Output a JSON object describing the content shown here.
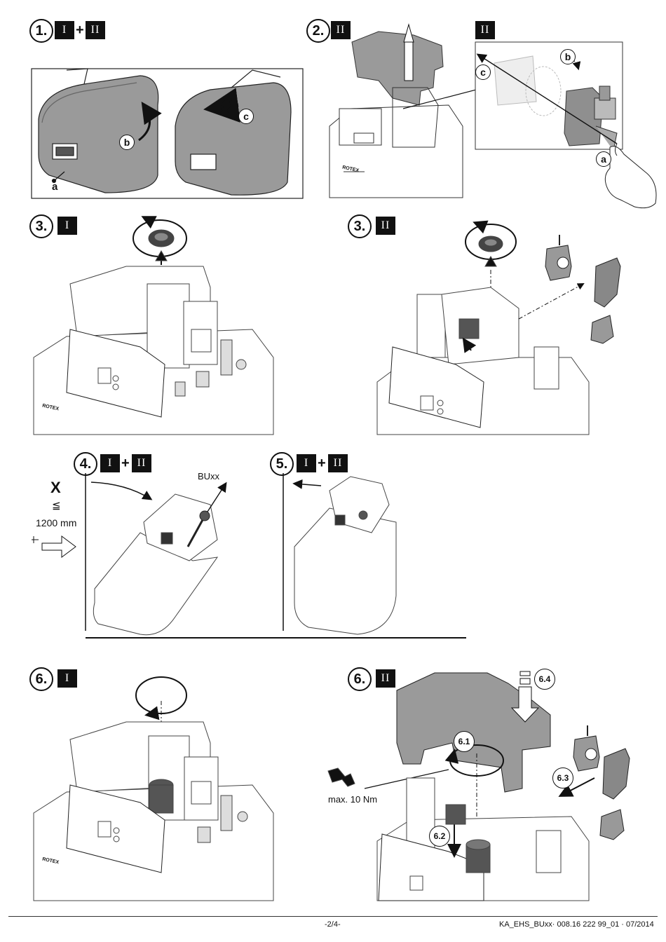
{
  "steps": [
    {
      "id": "1",
      "label": "1.",
      "badges": [
        "I",
        "II"
      ],
      "plus": "+"
    },
    {
      "id": "2",
      "label": "2.",
      "badges": [
        "II"
      ]
    },
    {
      "id": "3a",
      "label": "3.",
      "badges": [
        "I"
      ]
    },
    {
      "id": "3b",
      "label": "3.",
      "badges": [
        "II"
      ]
    },
    {
      "id": "4",
      "label": "4.",
      "badges": [
        "I",
        "II"
      ],
      "plus": "+"
    },
    {
      "id": "5",
      "label": "5.",
      "badges": [
        "I",
        "II"
      ],
      "plus": "+"
    },
    {
      "id": "6a",
      "label": "6.",
      "badges": [
        "I"
      ]
    },
    {
      "id": "6b",
      "label": "6.",
      "badges": [
        "II"
      ]
    }
  ],
  "detail_badge": "II",
  "callouts": {
    "a": "a",
    "b": "b",
    "c": "c"
  },
  "step4": {
    "part_label": "BUxx",
    "x_label": "X",
    "x_relation": "≦",
    "x_value": "1200 mm"
  },
  "step6": {
    "sub1": "6.1",
    "sub2": "6.2",
    "sub3": "6.3",
    "sub4": "6.4",
    "torque": "max. 10 Nm"
  },
  "brand": "ROTEX",
  "footer": {
    "page": "-2/4-",
    "doc": "KA_EHS_BUxx· 008.16 222 99_01 · 07/2014"
  }
}
